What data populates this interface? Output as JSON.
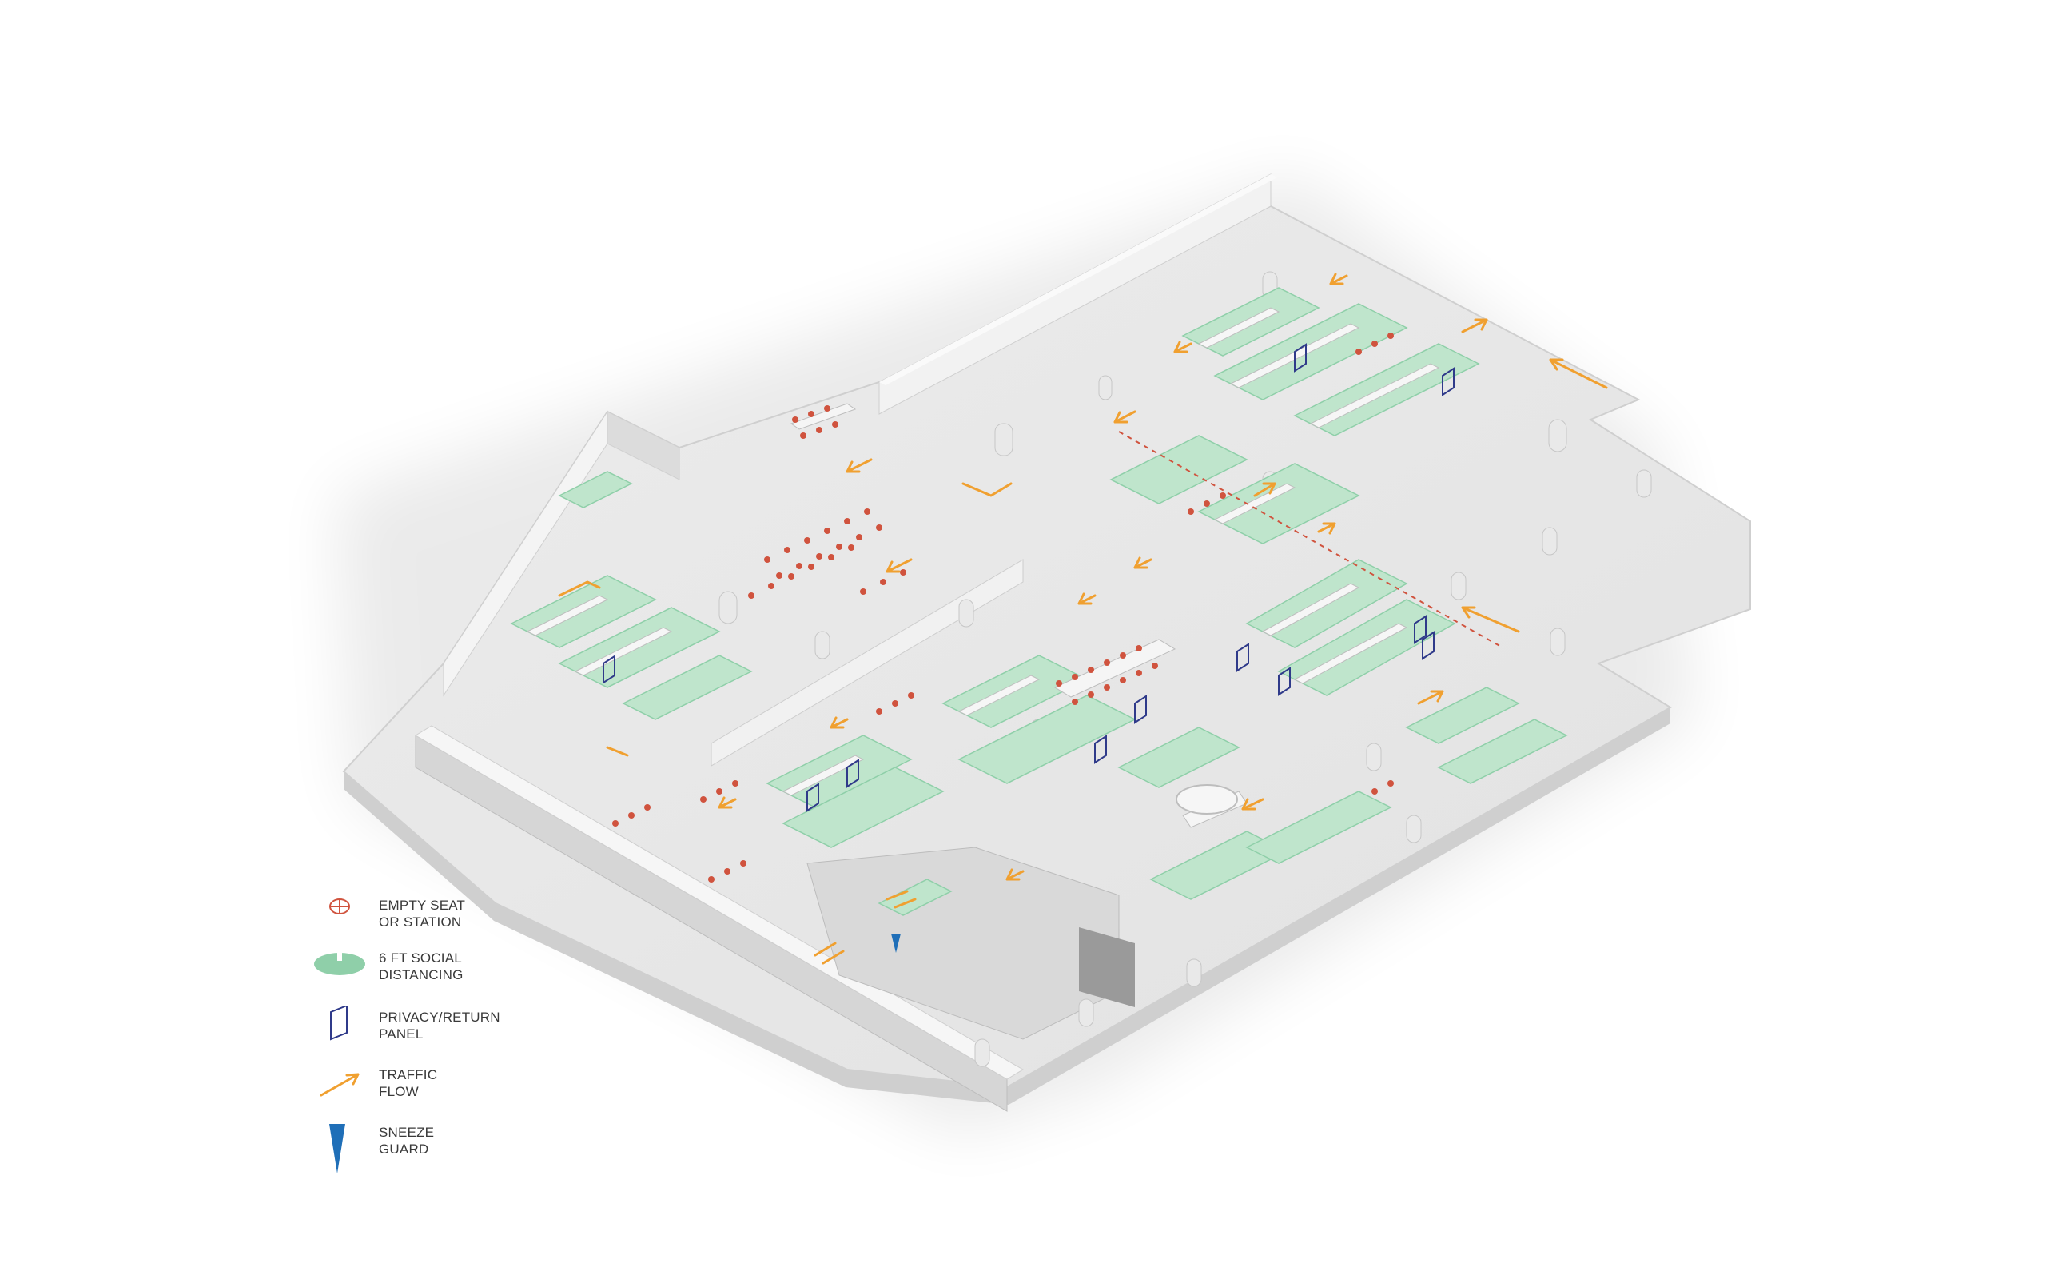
{
  "colors": {
    "background": "#ffffff",
    "floor": "#e7e7e7",
    "wall": "#f3f3f3",
    "wall_side": "#c9c9c9",
    "empty_seat": "#d0533e",
    "social_distance": "#8fcfa9",
    "privacy_panel": "#2f3a8a",
    "traffic_flow": "#f0a030",
    "sneeze_guard": "#1f6fb8"
  },
  "legend": {
    "items": [
      {
        "icon": "empty-seat-icon",
        "label": "EMPTY SEAT\nOR STATION"
      },
      {
        "icon": "social-distancing-icon",
        "label": "6 FT SOCIAL\nDISTANCING"
      },
      {
        "icon": "privacy-panel-icon",
        "label": "PRIVACY/RETURN\nPANEL"
      },
      {
        "icon": "traffic-flow-icon",
        "label": "TRAFFIC\nFLOW"
      },
      {
        "icon": "sneeze-guard-icon",
        "label": "SNEEZE\nGUARD"
      }
    ]
  }
}
